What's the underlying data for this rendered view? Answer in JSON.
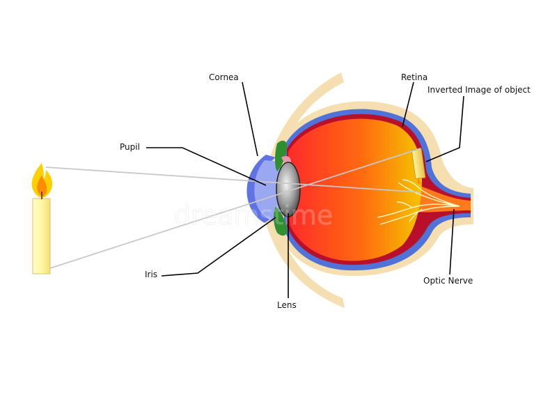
{
  "labels": {
    "cornea": "Cornea",
    "pupil": "Pupil",
    "iris": "Iris",
    "lens": "Lens",
    "retina": "Retina",
    "inverted_image": "Inverted Image of object",
    "optic_nerve": "Optic Nerve"
  },
  "watermark": "dreamstime",
  "colors": {
    "sclera_outer": "#f5deb0",
    "choroid": "#4f73d8",
    "retina_layer": "#b8102a",
    "vitreous_front": "#ff2a2a",
    "vitreous_back": "#f5c400",
    "cornea": "#6c7ee8",
    "aqueous": "#9aa8f2",
    "lens_dark": "#3a3a3a",
    "lens_light": "#e6e6e6",
    "ciliary": "#2f8f2f",
    "candle": "#fff5a0",
    "flame_outer": "#ffd000",
    "flame_inner": "#ff8c00",
    "ray": "#c8c8c8",
    "nerve_fiber": "#fff8c8"
  }
}
